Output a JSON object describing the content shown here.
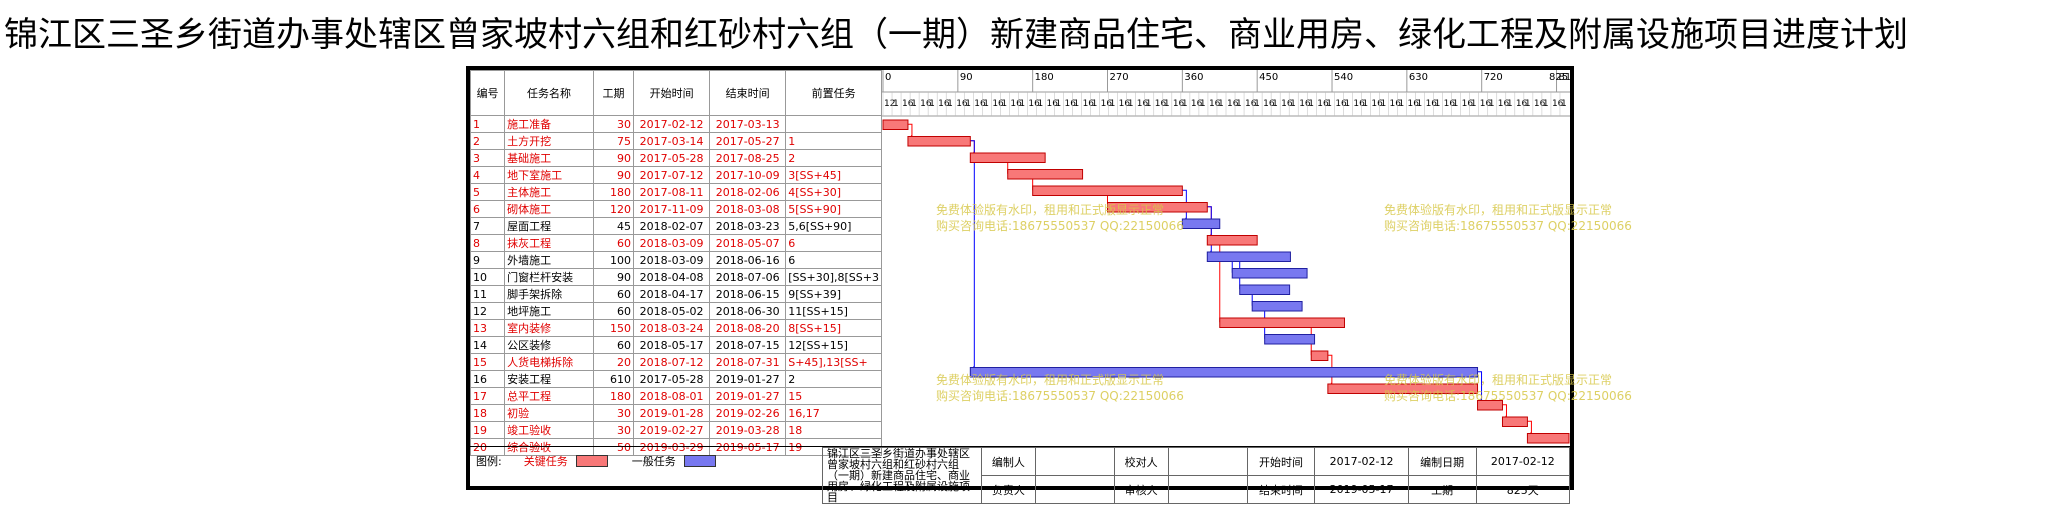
{
  "title": "锦江区三圣乡街道办事处辖区曾家坡村六组和红砂村六组（一期）新建商品住宅、商业用房、绿化工程及附属设施项目进度计划",
  "table": {
    "headers": [
      "编号",
      "任务名称",
      "工期",
      "开始时间",
      "结束时间",
      "前置任务"
    ],
    "rows": [
      {
        "id": "1",
        "name": "施工准备",
        "dur": "30",
        "start": "2017-02-12",
        "end": "2017-03-13",
        "pred": "",
        "critical": true,
        "s": 0,
        "d": 30
      },
      {
        "id": "2",
        "name": "土方开挖",
        "dur": "75",
        "start": "2017-03-14",
        "end": "2017-05-27",
        "pred": "1",
        "critical": true,
        "s": 30,
        "d": 75
      },
      {
        "id": "3",
        "name": "基础施工",
        "dur": "90",
        "start": "2017-05-28",
        "end": "2017-08-25",
        "pred": "2",
        "critical": true,
        "s": 105,
        "d": 90
      },
      {
        "id": "4",
        "name": "地下室施工",
        "dur": "90",
        "start": "2017-07-12",
        "end": "2017-10-09",
        "pred": "3[SS+45]",
        "critical": true,
        "s": 150,
        "d": 90
      },
      {
        "id": "5",
        "name": "主体施工",
        "dur": "180",
        "start": "2017-08-11",
        "end": "2018-02-06",
        "pred": "4[SS+30]",
        "critical": true,
        "s": 180,
        "d": 180
      },
      {
        "id": "6",
        "name": "砌体施工",
        "dur": "120",
        "start": "2017-11-09",
        "end": "2018-03-08",
        "pred": "5[SS+90]",
        "critical": true,
        "s": 270,
        "d": 120
      },
      {
        "id": "7",
        "name": "屋面工程",
        "dur": "45",
        "start": "2018-02-07",
        "end": "2018-03-23",
        "pred": "5,6[SS+90]",
        "critical": false,
        "s": 360,
        "d": 45
      },
      {
        "id": "8",
        "name": "抹灰工程",
        "dur": "60",
        "start": "2018-03-09",
        "end": "2018-05-07",
        "pred": "6",
        "critical": true,
        "s": 390,
        "d": 60
      },
      {
        "id": "9",
        "name": "外墙施工",
        "dur": "100",
        "start": "2018-03-09",
        "end": "2018-06-16",
        "pred": "6",
        "critical": false,
        "s": 390,
        "d": 100
      },
      {
        "id": "10",
        "name": "门窗栏杆安装",
        "dur": "90",
        "start": "2018-04-08",
        "end": "2018-07-06",
        "pred": "[SS+30],8[SS+3",
        "critical": false,
        "s": 420,
        "d": 90
      },
      {
        "id": "11",
        "name": "脚手架拆除",
        "dur": "60",
        "start": "2018-04-17",
        "end": "2018-06-15",
        "pred": "9[SS+39]",
        "critical": false,
        "s": 429,
        "d": 60
      },
      {
        "id": "12",
        "name": "地坪施工",
        "dur": "60",
        "start": "2018-05-02",
        "end": "2018-06-30",
        "pred": "11[SS+15]",
        "critical": false,
        "s": 444,
        "d": 60
      },
      {
        "id": "13",
        "name": "室内装修",
        "dur": "150",
        "start": "2018-03-24",
        "end": "2018-08-20",
        "pred": "8[SS+15]",
        "critical": true,
        "s": 405,
        "d": 150
      },
      {
        "id": "14",
        "name": "公区装修",
        "dur": "60",
        "start": "2018-05-17",
        "end": "2018-07-15",
        "pred": "12[SS+15]",
        "critical": false,
        "s": 459,
        "d": 60
      },
      {
        "id": "15",
        "name": "人货电梯拆除",
        "dur": "20",
        "start": "2018-07-12",
        "end": "2018-07-31",
        "pred": "S+45],13[SS+",
        "critical": true,
        "s": 515,
        "d": 20
      },
      {
        "id": "16",
        "name": "安装工程",
        "dur": "610",
        "start": "2017-05-28",
        "end": "2019-01-27",
        "pred": "2",
        "critical": false,
        "s": 105,
        "d": 610
      },
      {
        "id": "17",
        "name": "总平工程",
        "dur": "180",
        "start": "2018-08-01",
        "end": "2019-01-27",
        "pred": "15",
        "critical": true,
        "s": 535,
        "d": 180
      },
      {
        "id": "18",
        "name": "初验",
        "dur": "30",
        "start": "2019-01-28",
        "end": "2019-02-26",
        "pred": "16,17",
        "critical": true,
        "s": 715,
        "d": 30
      },
      {
        "id": "19",
        "name": "竣工验收",
        "dur": "30",
        "start": "2019-02-27",
        "end": "2019-03-28",
        "pred": "18",
        "critical": true,
        "s": 745,
        "d": 30
      },
      {
        "id": "20",
        "name": "综合验收",
        "dur": "50",
        "start": "2019-03-29",
        "end": "2019-05-17",
        "pred": "19",
        "critical": true,
        "s": 775,
        "d": 50
      }
    ]
  },
  "gantt": {
    "major_ticks": [
      "0",
      "90",
      "180",
      "270",
      "360",
      "450",
      "540",
      "630",
      "720",
      "810"
    ],
    "end_label": "825",
    "minor_row": [
      "12",
      "1",
      "16",
      "1",
      "16",
      "1",
      "16",
      "1",
      "16",
      "1",
      "16",
      "1",
      "16",
      "1",
      "16",
      "1",
      "16",
      "1",
      "16",
      "1",
      "16",
      "1",
      "16",
      "1",
      "16",
      "1",
      "16",
      "1",
      "16",
      "1",
      "16",
      "1",
      "16",
      "1",
      "16",
      "1",
      "16",
      "1",
      "16",
      "1",
      "16",
      "1",
      "16",
      "1",
      "16",
      "1",
      "16",
      "1",
      "16",
      "1",
      "16",
      "1",
      "16",
      "1",
      "16",
      "1",
      "16",
      "1",
      "16",
      "1",
      "16",
      "1",
      "16",
      "1",
      "16",
      "1",
      "16",
      "1",
      "16",
      "1",
      "16",
      "1",
      "16",
      "1",
      "16",
      "1"
    ],
    "total_days": 825,
    "critical_color": "#f87878",
    "normal_color": "#7878f0",
    "critical_link": "#ff0000",
    "normal_link": "#0000ff"
  },
  "watermark": {
    "line1": "免费体验版有水印，租用和正式版显示正常",
    "line2": "购买咨询电话:18675550537 QQ:22150066"
  },
  "footer": {
    "legend_label": "图例:",
    "critical_label": "关键任务",
    "normal_label": "一般任务",
    "project_name": "锦江区三圣乡街道办事处辖区曾家坡村六组和红砂村六组（一期）新建商品住宅、商业用房、绿化工程及附属设施项目",
    "compiler": "编制人",
    "reviewer": "校对人",
    "start_label": "开始时间",
    "start_value": "2017-02-12",
    "date_label": "编制日期",
    "date_value": "2017-02-12",
    "leader": "负责人",
    "auditor": "审核人",
    "end_label": "结束时间",
    "end_value": "2019-05-17",
    "dur_label": "工期",
    "dur_value": "825天"
  }
}
